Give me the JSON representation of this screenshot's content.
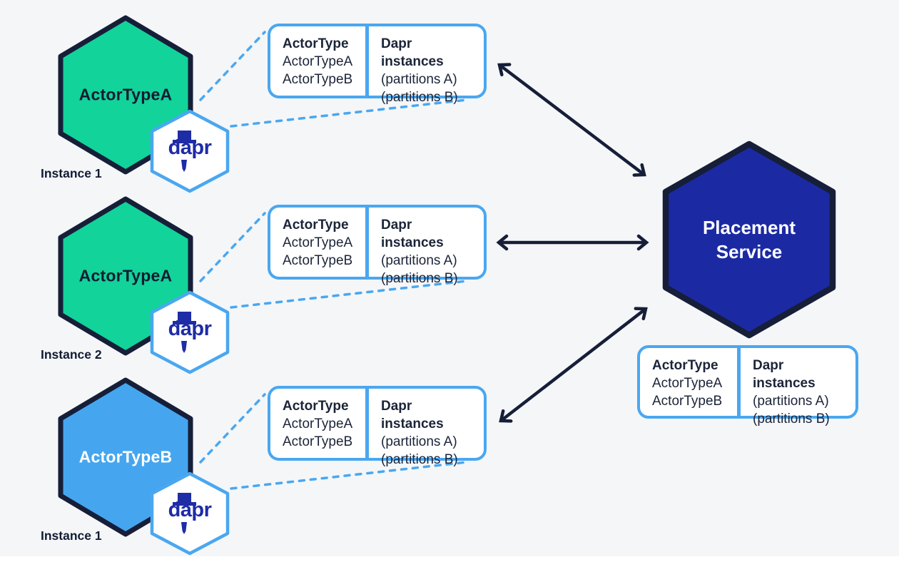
{
  "colors": {
    "background": "#f4f6f8",
    "actor_a_green": "#12d39a",
    "actor_b_blue": "#45a6ef",
    "placement_navy": "#1b2aa3",
    "outline_dark": "#161e38",
    "sidecar_blue": "#4aa7f0",
    "dapr_wordmark_navy": "#1e2ca6",
    "table_text": "#1b2438"
  },
  "groups": [
    {
      "actor_label": "ActorTypeA",
      "instance_label": "Instance 1",
      "sidecar_label": "dapr",
      "table": {
        "columns": [
          [
            "ActorType",
            "ActorTypeA",
            "ActorTypeB"
          ],
          [
            "Dapr instances",
            "(partitions A)",
            "(partitions B)"
          ]
        ]
      }
    },
    {
      "actor_label": "ActorTypeA",
      "instance_label": "Instance 2",
      "sidecar_label": "dapr",
      "table": {
        "columns": [
          [
            "ActorType",
            "ActorTypeA",
            "ActorTypeB"
          ],
          [
            "Dapr instances",
            "(partitions A)",
            "(partitions B)"
          ]
        ]
      }
    },
    {
      "actor_label": "ActorTypeB",
      "instance_label": "Instance 1",
      "sidecar_label": "dapr",
      "table": {
        "columns": [
          [
            "ActorType",
            "ActorTypeA",
            "ActorTypeB"
          ],
          [
            "Dapr instances",
            "(partitions A)",
            "(partitions B)"
          ]
        ]
      }
    }
  ],
  "placement": {
    "title_lines": [
      "Placement",
      "Service"
    ],
    "table": {
      "columns": [
        [
          "ActorType",
          "ActorTypeA",
          "ActorTypeB"
        ],
        [
          "Dapr instances",
          "(partitions A)",
          "(partitions B)"
        ]
      ]
    }
  }
}
